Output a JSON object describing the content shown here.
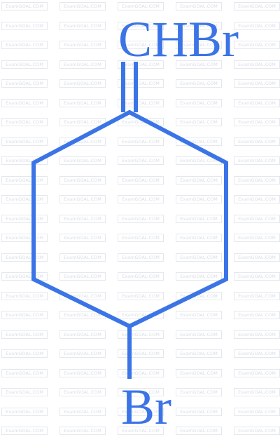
{
  "molecule": {
    "top_substituent": "CHBr",
    "bottom_substituent": "Br"
  },
  "watermark": {
    "text": "ExamGOAL.COM"
  },
  "colors": {
    "structure": "#3b74e6",
    "watermark": "#d9dee6"
  }
}
